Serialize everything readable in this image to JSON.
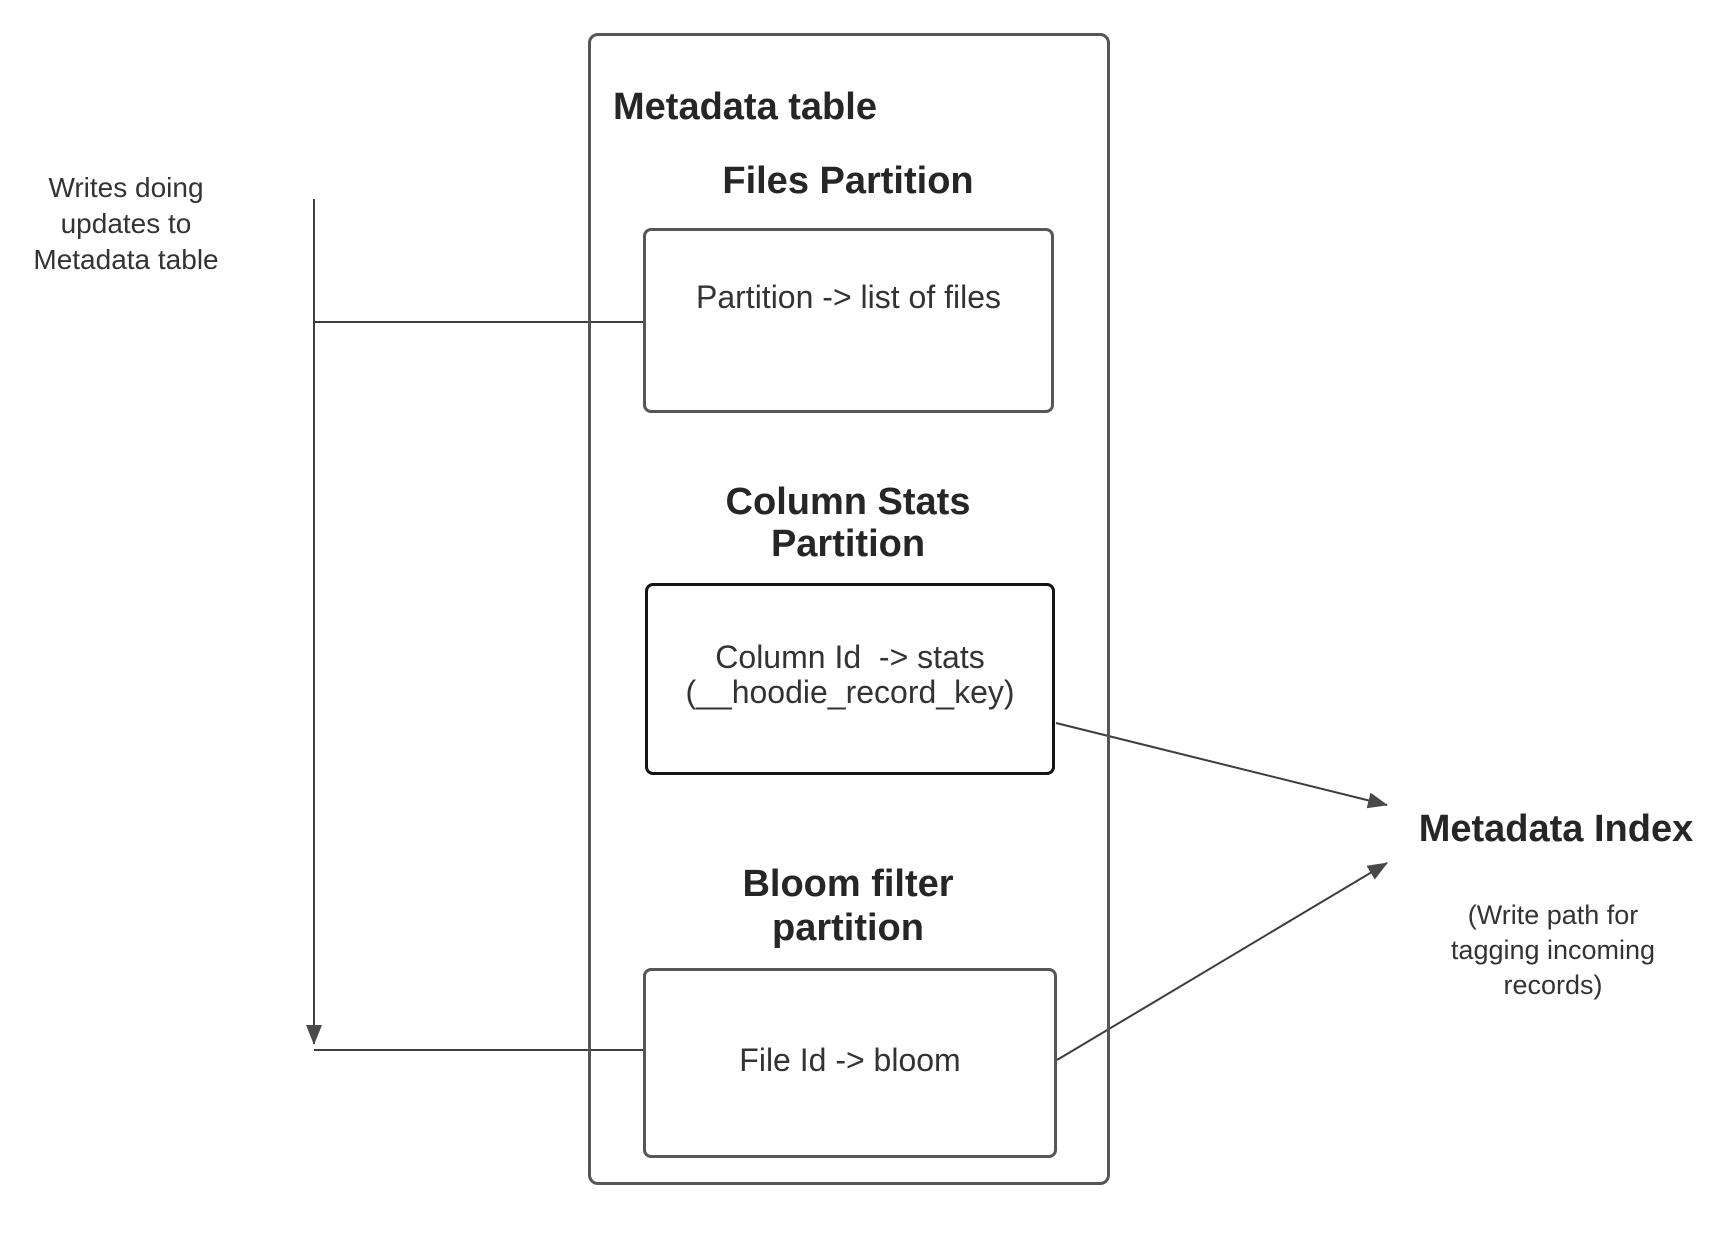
{
  "diagram": {
    "writes_label": {
      "text": "Writes doing\nupdates to\nMetadata table"
    },
    "metadata_table": {
      "title": "Metadata table",
      "files_partition": {
        "heading": "Files Partition",
        "box_text": "Partition -> list of files"
      },
      "column_stats_partition": {
        "heading": "Column Stats\nPartition",
        "box_text": "Column Id  -> stats\n(__hoodie_record_key)"
      },
      "bloom_filter_partition": {
        "heading": "Bloom filter\npartition",
        "box_text": "File Id -> bloom"
      }
    },
    "metadata_index": {
      "title": "Metadata Index",
      "subtitle": "(Write path for\ntagging incoming\nrecords)"
    },
    "edges": [
      {
        "from": "writes-label",
        "to": "files-partition-box",
        "style": "elbow-line"
      },
      {
        "from": "writes-label",
        "to": "bloom-filter-box",
        "style": "elbow-line-with-down-arrowhead"
      },
      {
        "from": "column-stats-box",
        "to": "metadata-index",
        "style": "arrow"
      },
      {
        "from": "bloom-filter-box",
        "to": "metadata-index",
        "style": "arrow"
      }
    ],
    "colors": {
      "background": "#ffffff",
      "line": "#3d3d3d",
      "arrowhead": "#4a4a4a",
      "box_border": "#565656",
      "box_border_dark": "#141414",
      "heading_text": "#262626",
      "body_text": "#333333"
    }
  }
}
